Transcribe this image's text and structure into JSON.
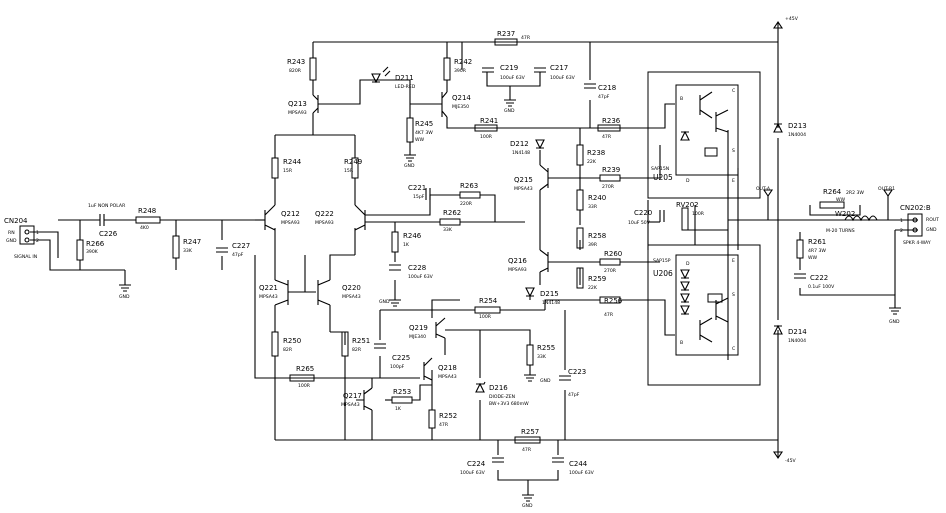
{
  "power": {
    "pos": "+45V",
    "neg": "-45V"
  },
  "input": {
    "connector": "CN204",
    "pin_rn": "RN",
    "pin_gnd": "GND",
    "pin_1": "1",
    "pin_2": "2",
    "signal": "SIGNAL IN"
  },
  "output": {
    "connector": "CN202:B",
    "pin_rout": "ROUT",
    "pin_gnd": "GND",
    "pin_1": "1",
    "pin_2": "2",
    "type": "SPKR 4-WAY",
    "out_a": "OUT-A",
    "out_r1": "OUT-R1"
  },
  "gnd": "GND",
  "npolar": "1uF NON POLAR",
  "components": {
    "C226": {
      "ref": "C226"
    },
    "R248": {
      "ref": "R248",
      "val": "4K0"
    },
    "R266": {
      "ref": "R266",
      "val": "390K"
    },
    "R247": {
      "ref": "R247",
      "val": "33K"
    },
    "C227": {
      "ref": "C227",
      "val": "47pF"
    },
    "R243": {
      "ref": "R243",
      "val": "820R"
    },
    "D211": {
      "ref": "D211",
      "val": "LED-RED"
    },
    "R242": {
      "ref": "R242",
      "val": "390R"
    },
    "R237": {
      "ref": "R237",
      "val": "47R"
    },
    "C219": {
      "ref": "C219",
      "val": "100uF 63V"
    },
    "C217": {
      "ref": "C217",
      "val": "100uF 63V"
    },
    "C218": {
      "ref": "C218",
      "val": "47pF"
    },
    "Q213": {
      "ref": "Q213",
      "val": "MPSA93"
    },
    "Q214": {
      "ref": "Q214",
      "val": "MJE350"
    },
    "R245": {
      "ref": "R245",
      "val": "4K7 3W",
      "val2": "WW"
    },
    "R241": {
      "ref": "R241",
      "val": "100R"
    },
    "R236": {
      "ref": "R236",
      "val": "47R"
    },
    "D212": {
      "ref": "D212",
      "val": "1N4148"
    },
    "R238": {
      "ref": "R238",
      "val": "22K"
    },
    "R244": {
      "ref": "R244",
      "val": "15R"
    },
    "R249": {
      "ref": "R249",
      "val": "15R"
    },
    "Q212": {
      "ref": "Q212",
      "val": "MPSA93"
    },
    "Q222": {
      "ref": "Q222",
      "val": "MPSA93"
    },
    "C221": {
      "ref": "C221",
      "val": "15pF"
    },
    "R263": {
      "ref": "R263",
      "val": "220R"
    },
    "R262": {
      "ref": "R262",
      "val": "33K"
    },
    "Q215": {
      "ref": "Q215",
      "val": "MPSA43"
    },
    "R239": {
      "ref": "R239",
      "val": "270R"
    },
    "R240": {
      "ref": "R240",
      "val": "33R"
    },
    "U205": {
      "ref": "U205",
      "val": "SAP15N"
    },
    "RV202": {
      "ref": "RV202",
      "val": "100R"
    },
    "C220": {
      "ref": "C220",
      "val": "10uF 50V"
    },
    "R246": {
      "ref": "R246",
      "val": "1K"
    },
    "C228": {
      "ref": "C228",
      "val": "100uF 63V"
    },
    "Q221": {
      "ref": "Q221",
      "val": "MPSA43"
    },
    "Q220": {
      "ref": "Q220",
      "val": "MPSA43"
    },
    "R258": {
      "ref": "R258",
      "val": "39R"
    },
    "R260": {
      "ref": "R260",
      "val": "270R"
    },
    "R259": {
      "ref": "R259",
      "val": "22K"
    },
    "Q216": {
      "ref": "Q216",
      "val": "MPSA93"
    },
    "U206": {
      "ref": "U206",
      "val": "SAP15P"
    },
    "D215": {
      "ref": "D215",
      "val": "1N4148"
    },
    "R254": {
      "ref": "R254",
      "val": "100R"
    },
    "R256": {
      "ref": "R256",
      "val": "47R"
    },
    "Q219": {
      "ref": "Q219",
      "val": "MJE340"
    },
    "R255": {
      "ref": "R255",
      "val": "33K"
    },
    "C223": {
      "ref": "C223",
      "val": "47pF"
    },
    "R250": {
      "ref": "R250",
      "val": "82R"
    },
    "R251": {
      "ref": "R251",
      "val": "82R"
    },
    "C225": {
      "ref": "C225",
      "val": "100pF"
    },
    "R265": {
      "ref": "R265",
      "val": "100R"
    },
    "Q218": {
      "ref": "Q218",
      "val": "MPSA43"
    },
    "D216": {
      "ref": "D216",
      "val": "DIODE-ZEN",
      "val2": "BW+3V3 680mW"
    },
    "Q217": {
      "ref": "Q217",
      "val": "MPSA43"
    },
    "R253": {
      "ref": "R253",
      "val": "1K"
    },
    "R252": {
      "ref": "R252",
      "val": "47R"
    },
    "R257": {
      "ref": "R257",
      "val": "47R"
    },
    "C224": {
      "ref": "C224",
      "val": "100uF 63V"
    },
    "C244": {
      "ref": "C244",
      "val": "100uF 63V"
    },
    "D213": {
      "ref": "D213",
      "val": "1N4004"
    },
    "D214": {
      "ref": "D214",
      "val": "1N4004"
    },
    "R264": {
      "ref": "R264",
      "val": "2R2 3W",
      "val2": "WW"
    },
    "W202": {
      "ref": "W202",
      "val": "M-20 TURNS"
    },
    "R261": {
      "ref": "R261",
      "val": "4R7 3W",
      "val2": "WW"
    },
    "C222": {
      "ref": "C222",
      "val": "0.1uF 100V"
    }
  },
  "pins": {
    "b": "B",
    "c": "C",
    "e": "E",
    "d": "D",
    "s": "S"
  }
}
